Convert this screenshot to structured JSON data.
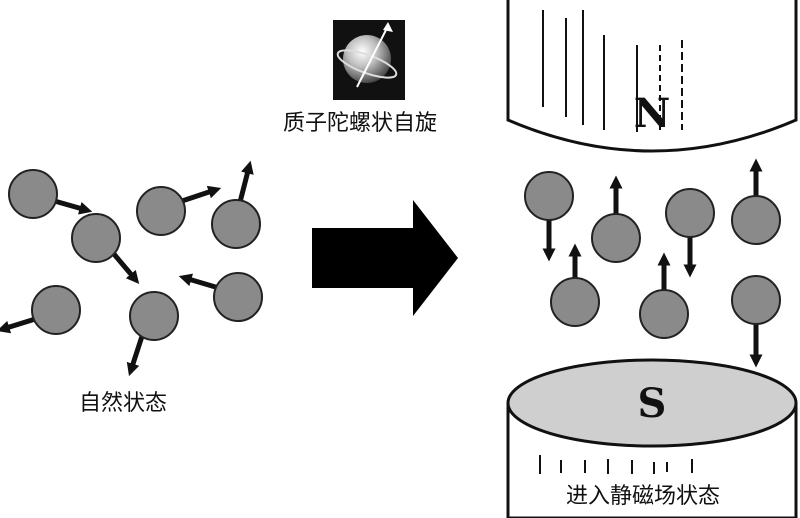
{
  "spin_label": "质子陀螺状自旋",
  "natural_label": "自然状态",
  "field_label": "进入静磁场状态",
  "magnet_north": "N",
  "magnet_south": "S",
  "colors": {
    "proton_fill": "#8a8a8a",
    "proton_stroke": "#222222",
    "arrow": "#111111",
    "magnet_face": "#cfcfcf",
    "background": "#ffffff"
  },
  "icons": [
    "proton-spin-icon",
    "transition-arrow-icon"
  ]
}
